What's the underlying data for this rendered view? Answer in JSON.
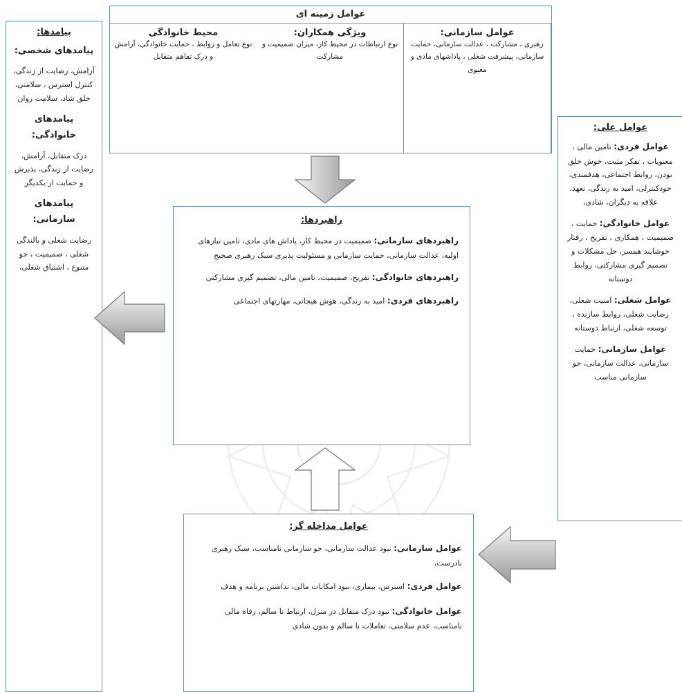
{
  "context": {
    "title": "عوامل زمینه ای",
    "col_family_title": "محیط خانوادگی",
    "col_family_text": "نوع تعامل و روابط ، حمایت خانوادگی، آرامش و درک تفاهم متقابل",
    "col_colleagues_title": "ویژگی همکاران:",
    "col_colleagues_text": "نوع ارتباطات در محیط کار، میزان صمیمیت و مشارکت",
    "col_org_title": "عوامل سازمانی:",
    "col_org_text": "رهبری ، مشارکت ، عدالت سازمانی، حمایت سازمانی، پیشرفت شغلی ، پاداشهای مادی و معنوی"
  },
  "outcomes": {
    "title": "پیامدها:",
    "personal_title": "پیامدهای شخصی:",
    "personal_text": "آرامش، رضایت از زندگی، کنترل استرس ، سلامتی، خلق شاد، سلامت روان",
    "family_title": "پیامدهای خانوادگی:",
    "family_text": "درک متقابل، آرامش، رضایت از زندگی، پذیرش و حمایت از یکدیگر",
    "org_title": "پیامدهای سازمانی:",
    "org_text": "رضایت شغلی و بالندگی شغلی ، صمیمیت ، جو متنوع ، اشتیاق شغلی،"
  },
  "causal": {
    "title": "عوامل علی:",
    "individual_label": "عوامل فردی:",
    "individual_text": "تامین مالی ، معنویات ، تفکر مثبت، خوش خلق بودن، روابط اجتماعی، هدفمندی، خودکنترلی، امید به زندگی، تعهد، علاقه به دیگران، شادی،",
    "family_label": "عوامل خانوادگی:",
    "family_text": "حمایت ، صمیمیت ، همکاری ، تفریح ، رفتار خوشایند همسر، حل مشکلات و تصمیم گیری مشارکتی، روابط دوستانه",
    "job_label": "عوامل شغلی:",
    "job_text": "امنیت شغلی، رضایت شغلی، روابط سازنده ، توسعه شغلی، ارتباط دوستانه",
    "org_label": "عوامل سازمانی:",
    "org_text": "حمایت سازمانی، عدالت سازمانی، جو سازمانی مناسب"
  },
  "strategies": {
    "title": "راهبردها:",
    "org_label": "راهبردهای سازمانی:",
    "org_text": "صمیمیت در محیط کار، پاداش های مادی، تامین نیازهای اولیه، عدالت سازمانی، حمایت سازمانی و مسئولیت پذیری سبک رهبری صحیح",
    "family_label": "راهبردهای خانوادگی:",
    "family_text": "تفریح، صمیمیت، تامین مالی، تصمیم گیری مشارکتی",
    "individual_label": "راهبردهای فردی:",
    "individual_text": "امید به زندگی، هوش هیجانی، مهارتهای اجتماعی"
  },
  "intervening": {
    "title": "عوامل مداخله گر:",
    "org_label": "عوامل سازمانی:",
    "org_text": "نبود عدالت سازمانی، جو سازمانی نامناسب، سبک رهبری نادرست،",
    "individual_label": "عوامل فردی:",
    "individual_text": "استرس، بیماری، نبود امکانات مالی، نداشتن برنامه و هدف",
    "family_label": "عوامل خانوادگی:",
    "family_text": "نبود درک متقابل در منزل، ارتباط نا سالم، رفاه مالی نامناسب، عدم سلامتی، تعاملات نا سالم و بدون شادی"
  },
  "colors": {
    "border": "#5b8fc7",
    "arrow_fill_light": "#f4f4f4",
    "arrow_fill_dark": "#9a9a9a",
    "arrow_stroke": "#777777"
  }
}
